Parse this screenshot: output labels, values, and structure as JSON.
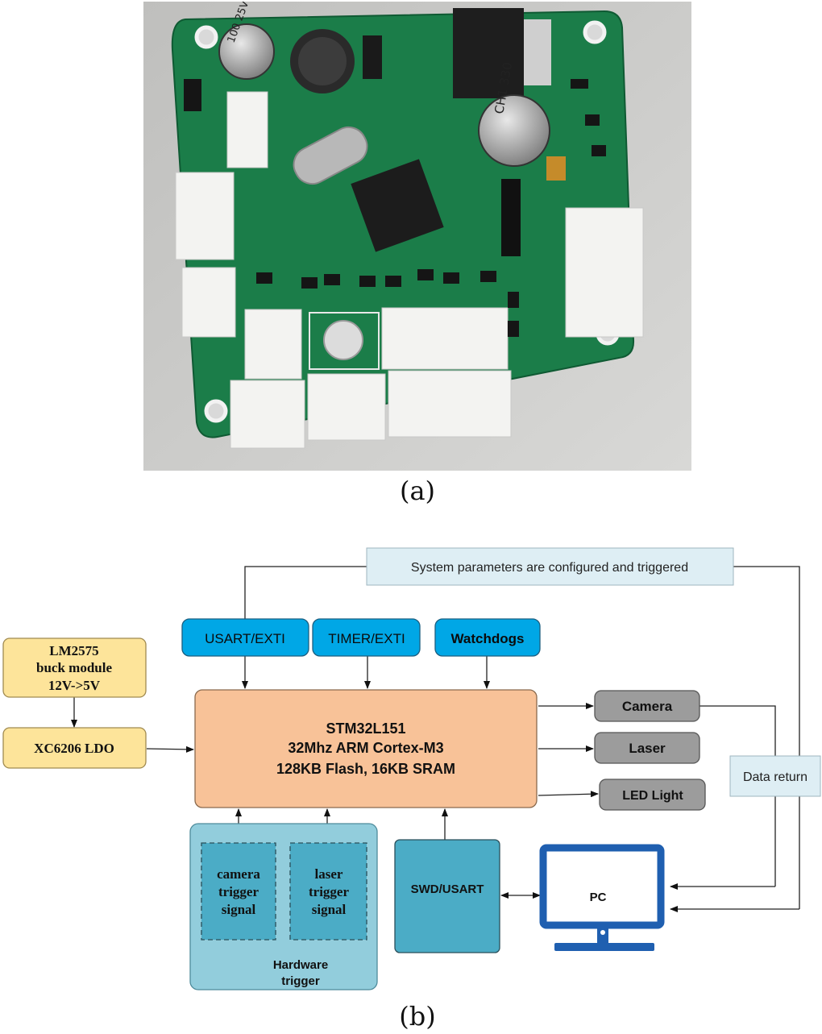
{
  "captions": {
    "a": "(a)",
    "b": "(b)"
  },
  "diagram": {
    "top_box": "System parameters are configured and triggered",
    "usart_exti": "USART/EXTI",
    "timer_exti": "TIMER/EXTI",
    "watchdogs": "Watchdogs",
    "lm2575": [
      "LM2575",
      "buck module",
      "12V->5V"
    ],
    "ldo": "XC6206 LDO",
    "mcu": [
      "STM32L151",
      "32Mhz ARM Cortex-M3",
      "128KB Flash, 16KB SRAM"
    ],
    "camera": "Camera",
    "laser": "Laser",
    "led": "LED Light",
    "data_return": "Data return",
    "camera_trigger": [
      "camera",
      "trigger",
      "signal"
    ],
    "laser_trigger": [
      "laser",
      "trigger",
      "signal"
    ],
    "hardware_trigger": [
      "Hardware",
      "trigger"
    ],
    "swd": "SWD/USART",
    "pc": "PC"
  },
  "colors": {
    "blue_box": "#00a7e6",
    "yellow_box": "#fde49a",
    "mcu_box": "#f8c298",
    "gray_box": "#9c9c9c",
    "light_box": "#deeef4",
    "teal_box": "#4bacc6",
    "hw_group": "#92cddc",
    "pc_blue": "#1f5fb0",
    "board_green": "#1a7a47"
  }
}
